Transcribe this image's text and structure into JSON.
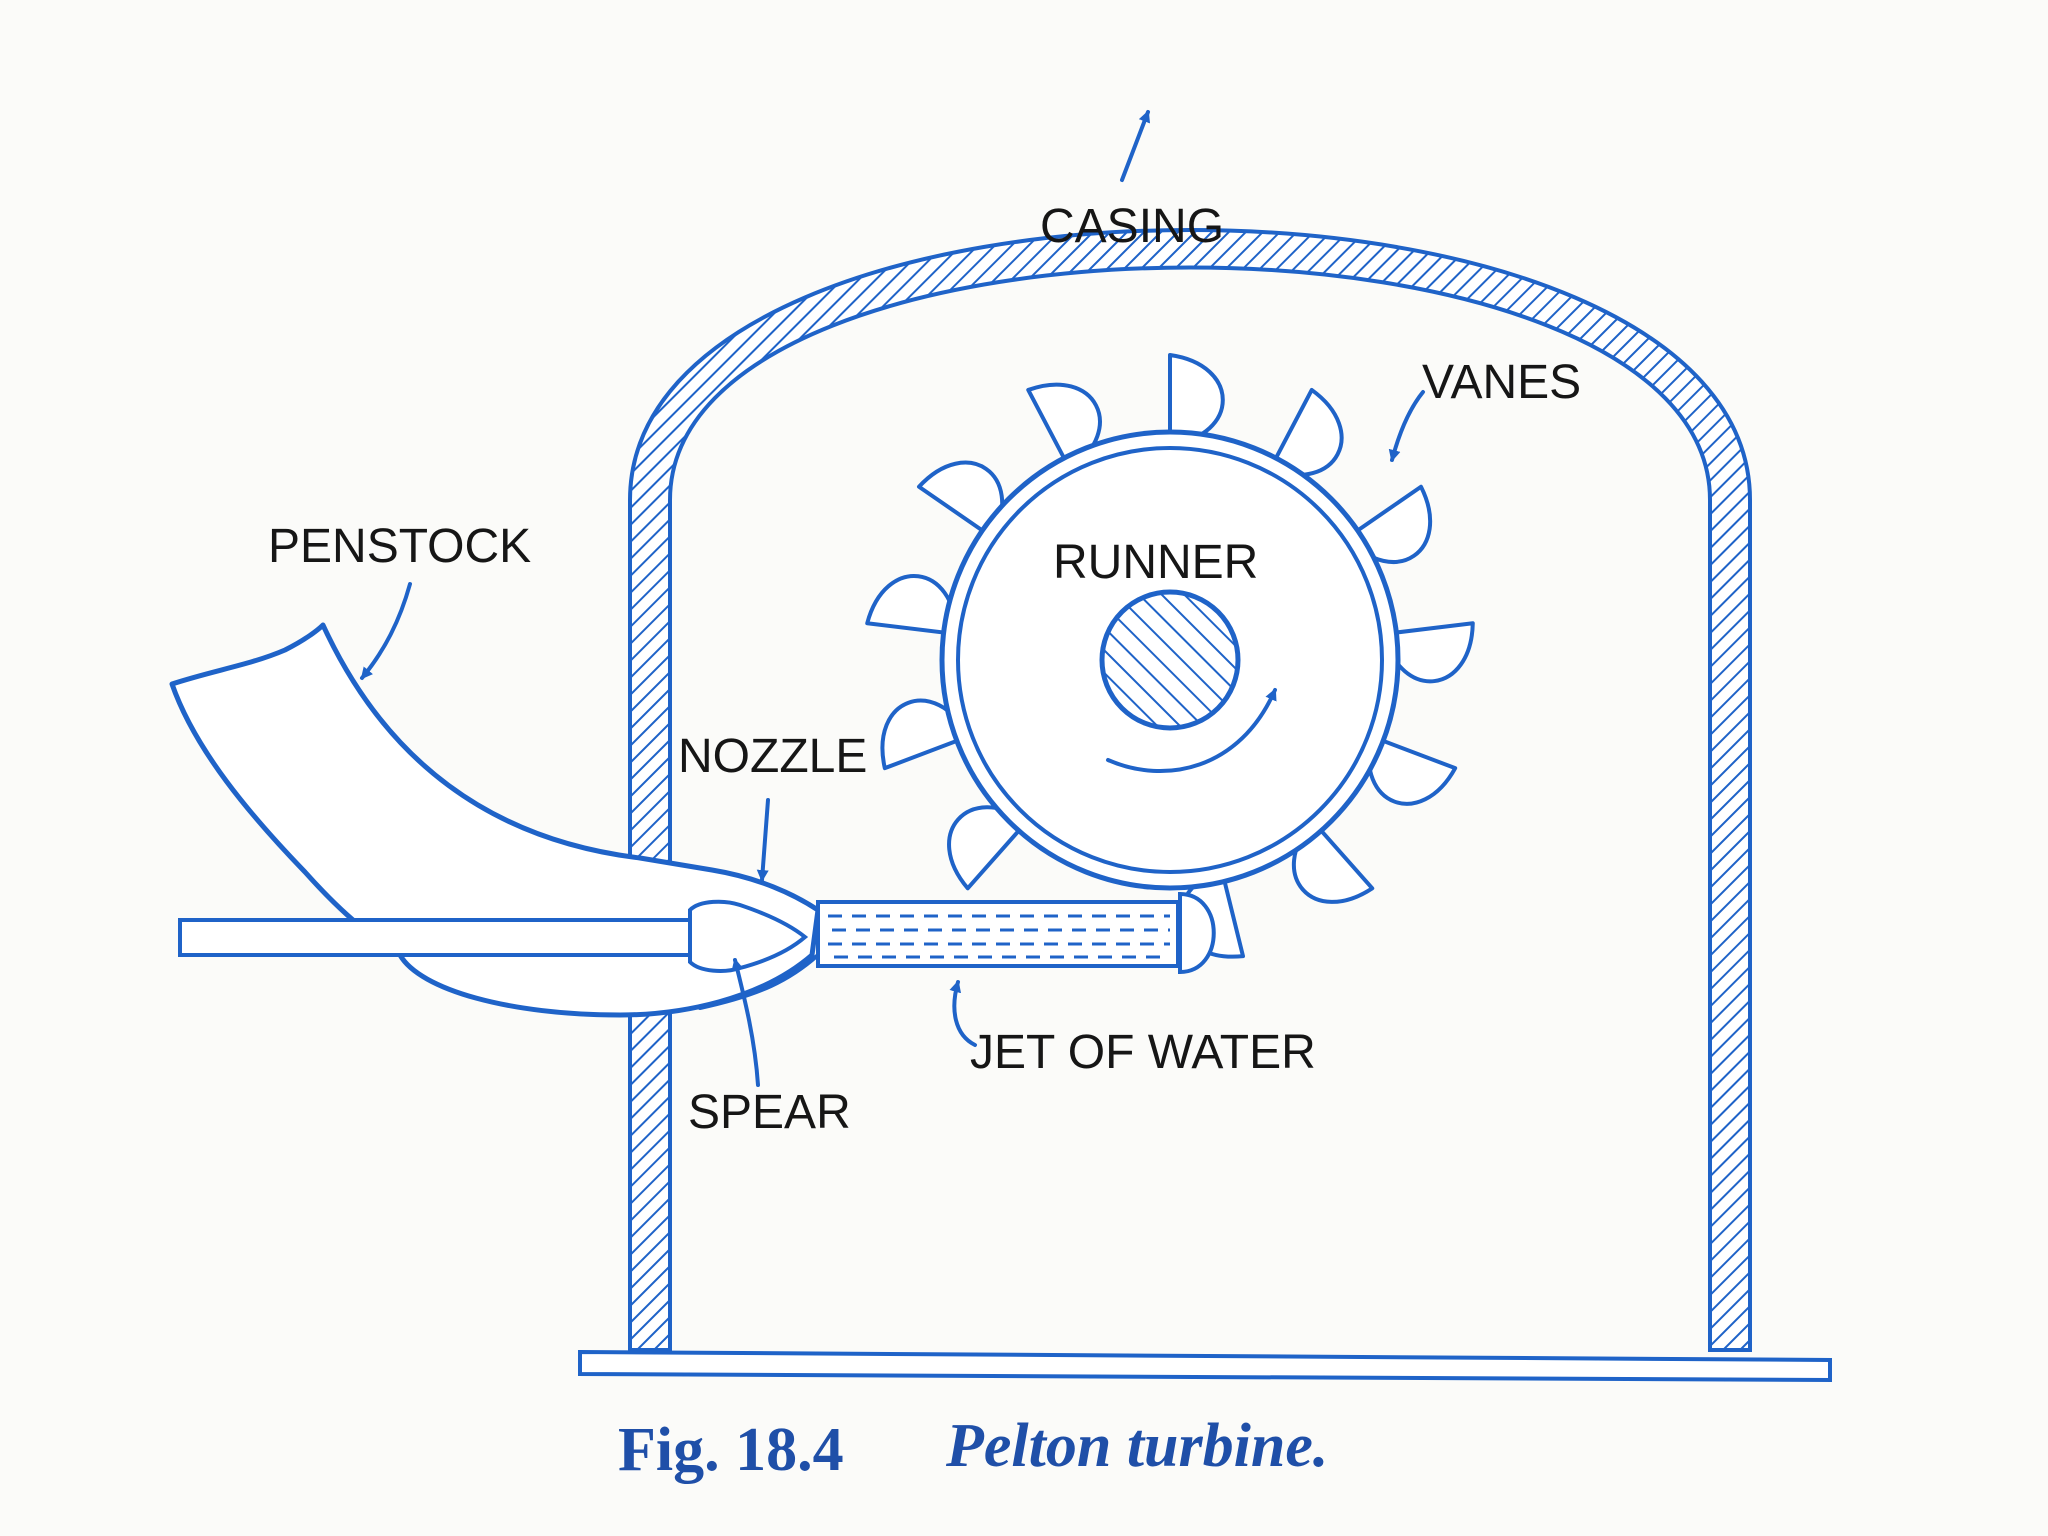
{
  "colors": {
    "line": "#1f63c8",
    "label": "#161616",
    "caption": "#1f4fa8",
    "paper": "#fbfbf9"
  },
  "labels": {
    "casing": "CASING",
    "vanes": "VANES",
    "runner": "RUNNER",
    "penstock": "PENSTOCK",
    "nozzle": "NOZZLE",
    "spear": "SPEAR",
    "jet_of_water": "JET OF WATER"
  },
  "caption": {
    "number": "Fig. 18.4",
    "title": "Pelton turbine."
  },
  "runner": {
    "vane_count": 13
  }
}
